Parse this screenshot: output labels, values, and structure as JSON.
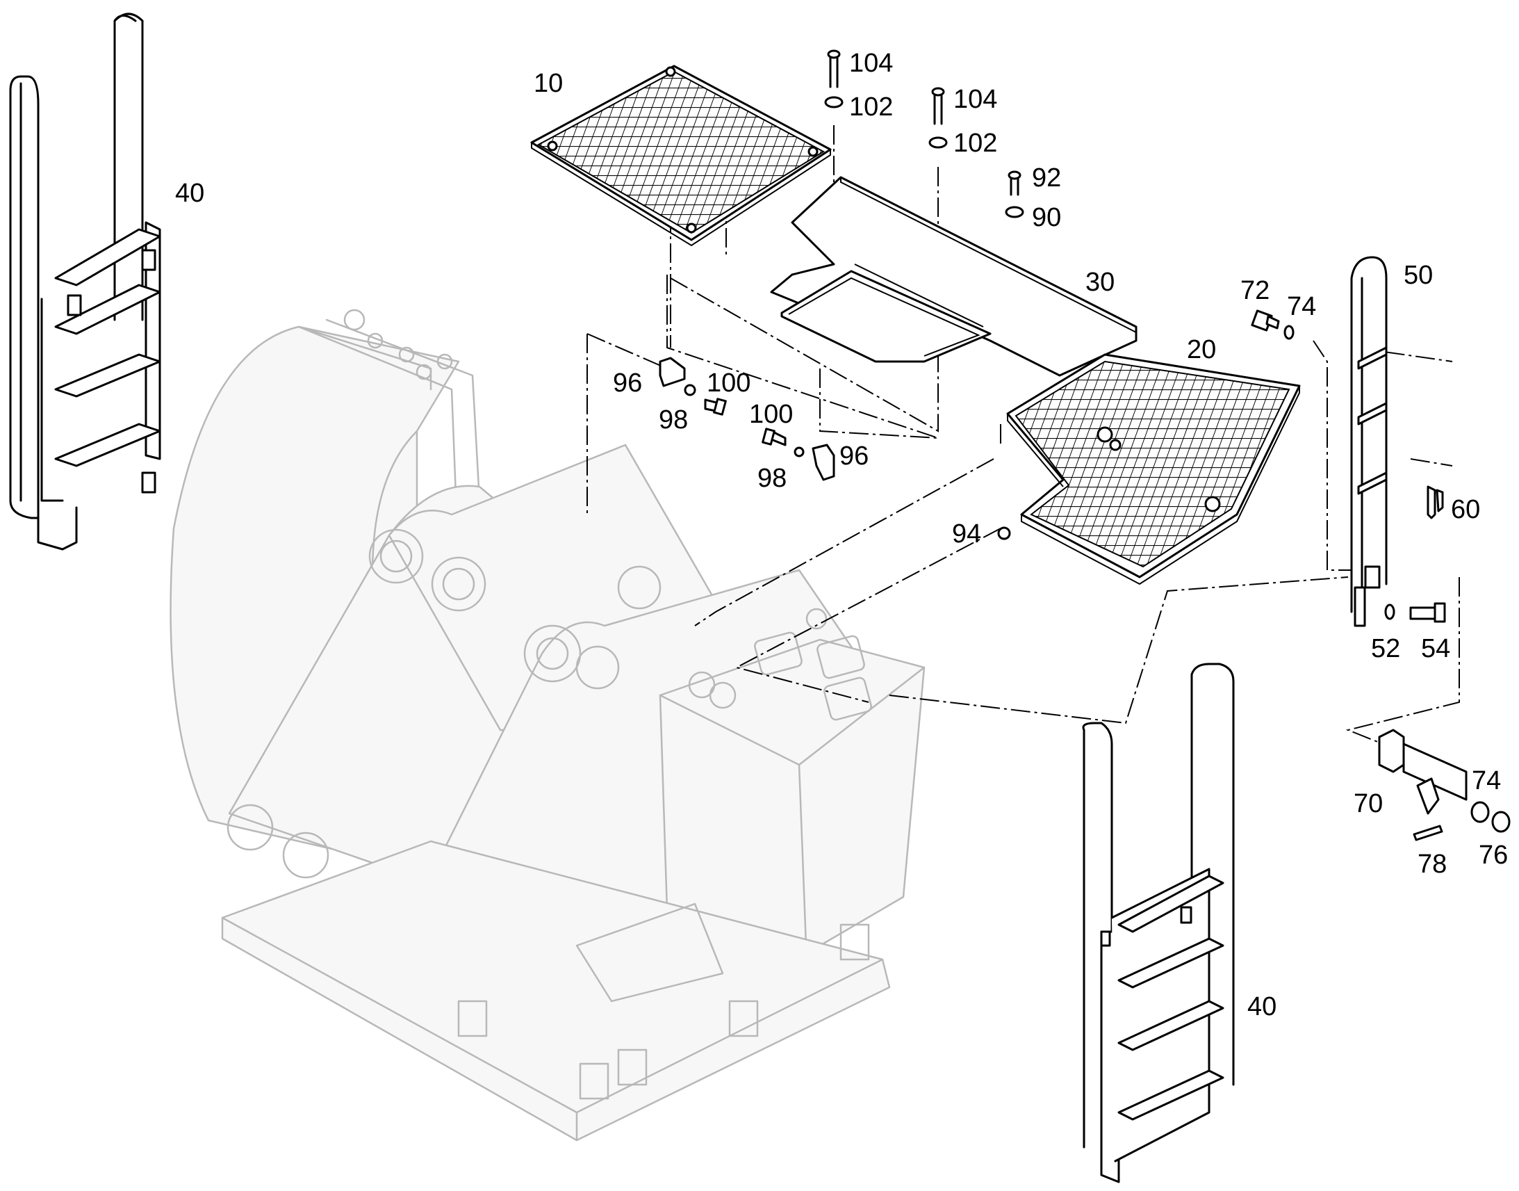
{
  "callouts": {
    "p10": "10",
    "p20": "20",
    "p30": "30",
    "p40_left": "40",
    "p40_right": "40",
    "p50": "50",
    "p52": "52",
    "p54": "54",
    "p60": "60",
    "p70": "70",
    "p72": "72",
    "p74_top": "74",
    "p74_bottom": "74",
    "p76": "76",
    "p78": "78",
    "p90": "90",
    "p92": "92",
    "p94": "94",
    "p96_left": "96",
    "p96_right": "96",
    "p98_left": "98",
    "p98_right": "98",
    "p100_left": "100",
    "p100_right": "100",
    "p102_a": "102",
    "p102_b": "102",
    "p104_a": "104",
    "p104_b": "104"
  },
  "colors": {
    "line": "#000000",
    "ghost": "#b8b8b8",
    "background": "#ffffff"
  }
}
